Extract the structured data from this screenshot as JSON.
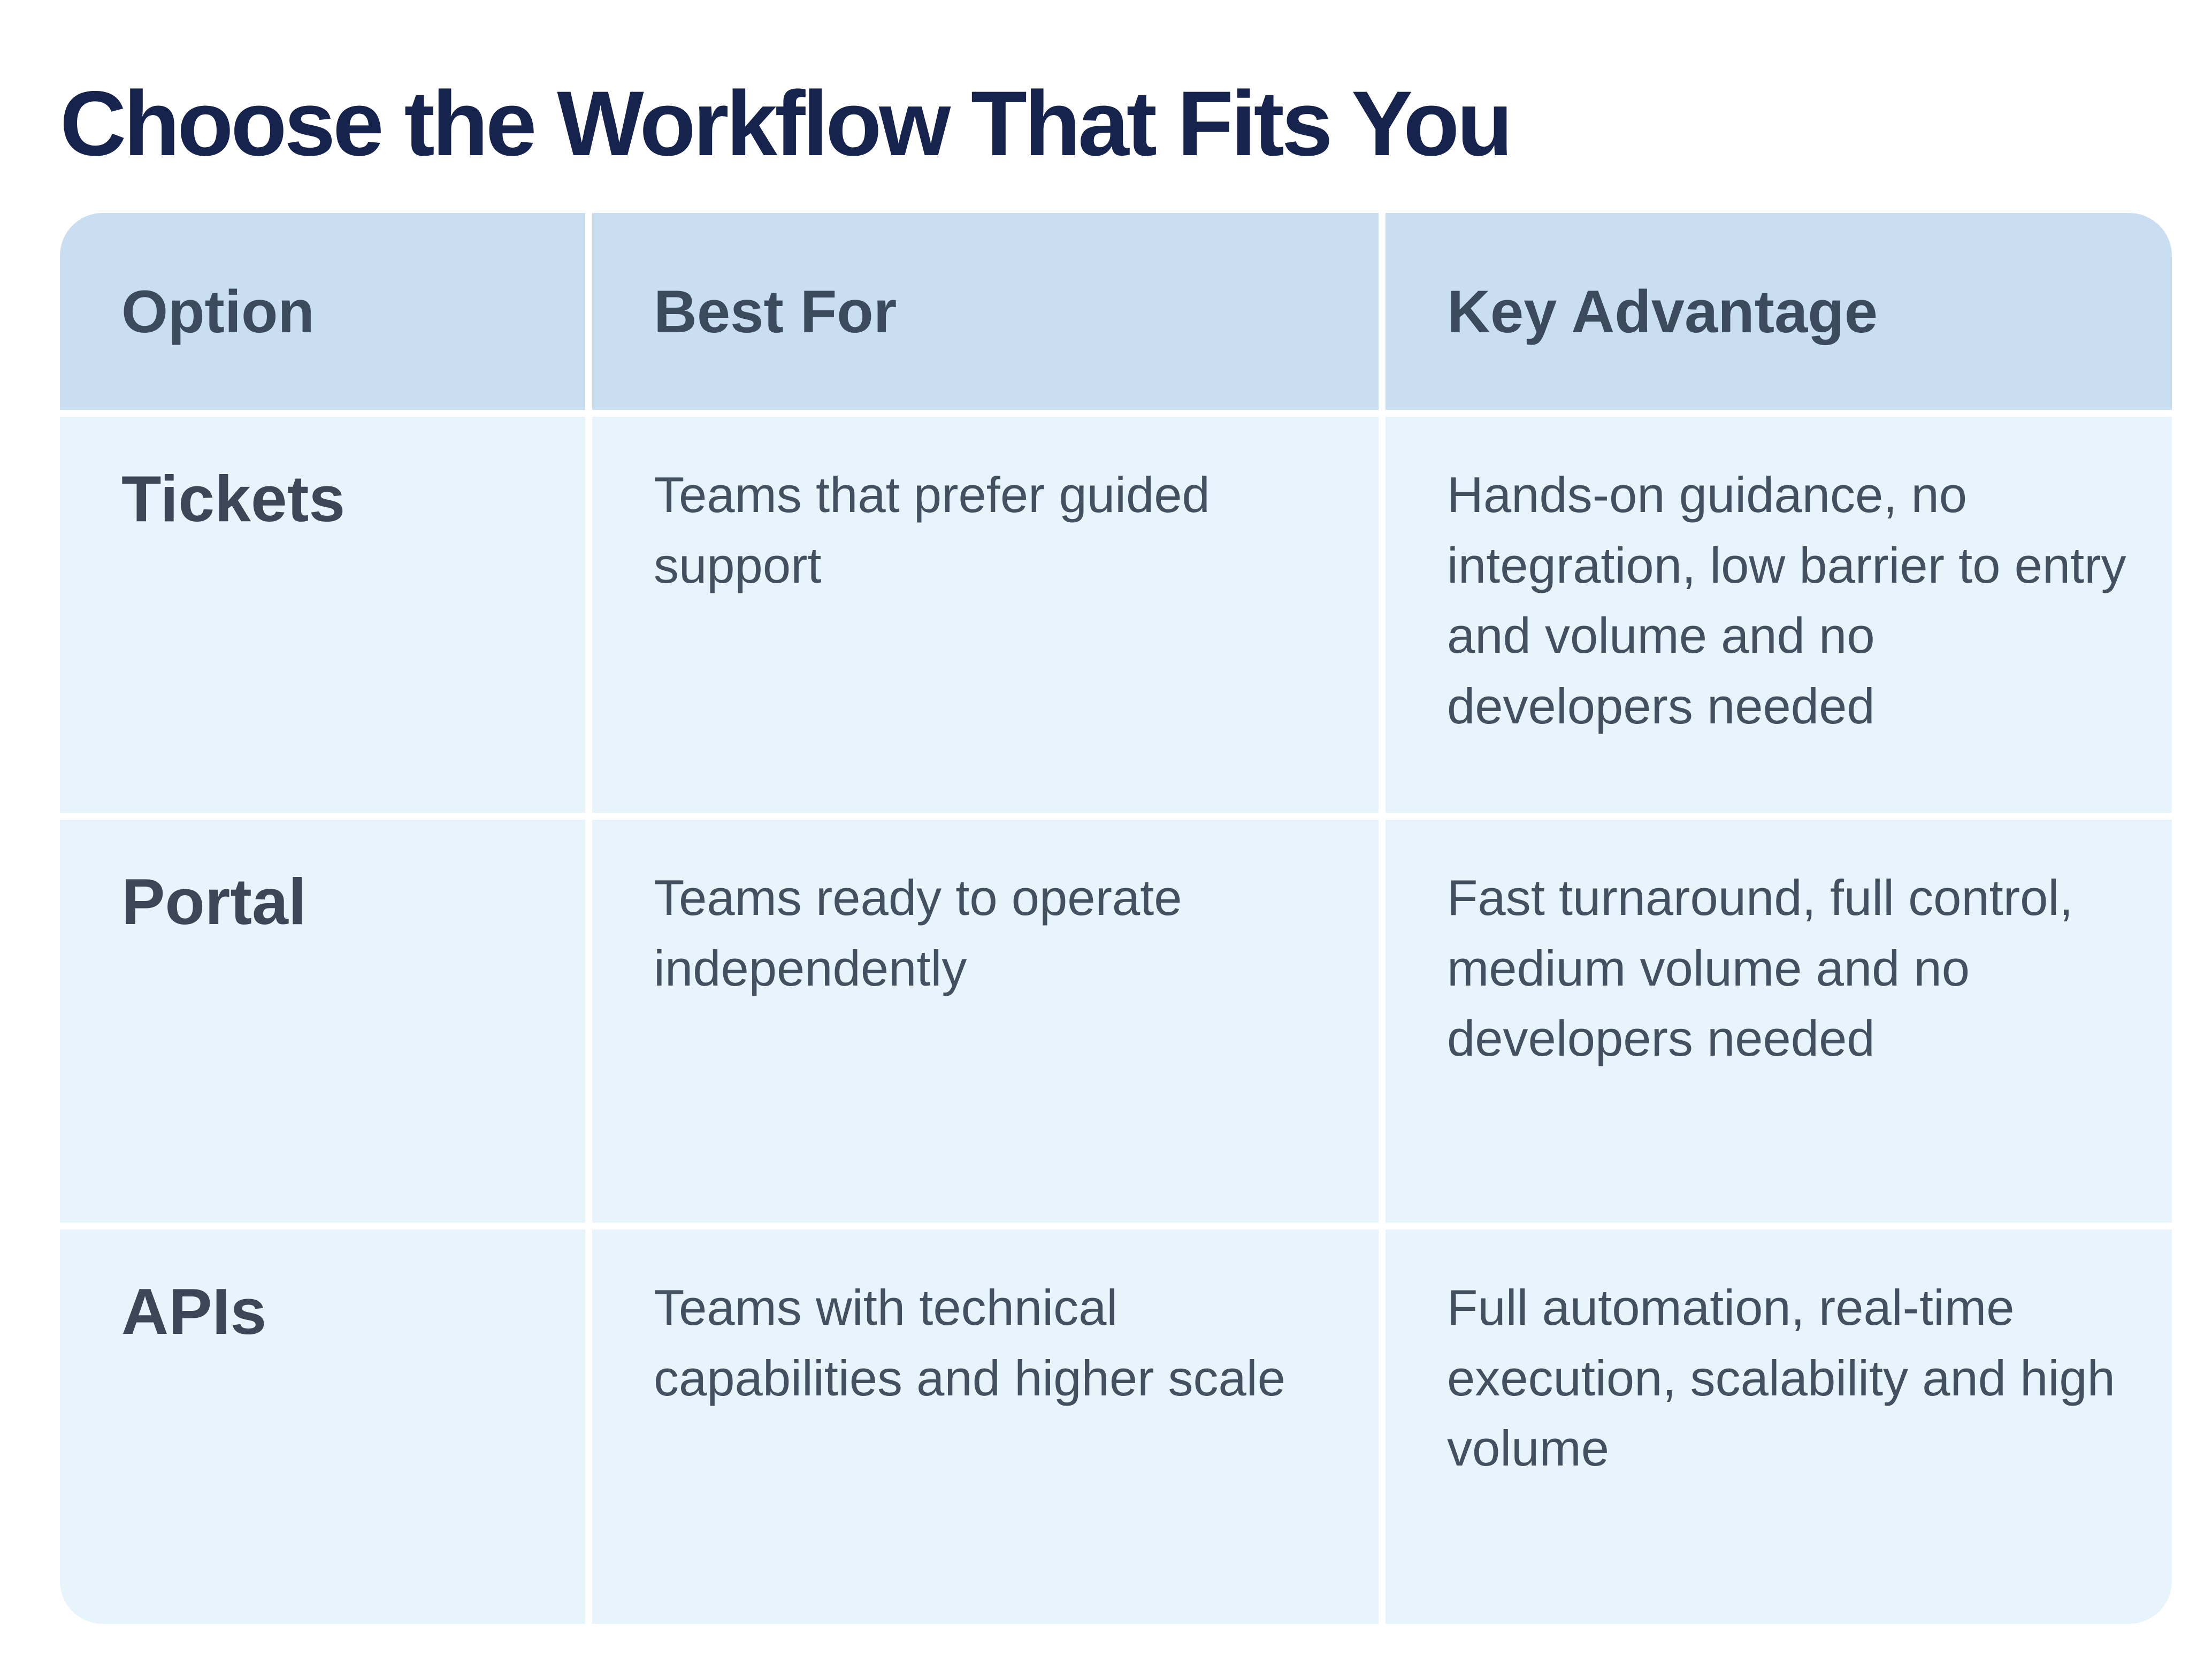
{
  "title": "Choose the Workflow That Fits You",
  "table": {
    "columns": [
      "Option",
      "Best For",
      "Key Advantage"
    ],
    "rows": [
      {
        "option": "Tickets",
        "best_for": "Teams that prefer guided support",
        "key_advantage": "Hands-on guidance, no integration, low barrier to entry and volume and no developers needed"
      },
      {
        "option": "Portal",
        "best_for": "Teams ready to operate independently",
        "key_advantage": "Fast turnaround, full control, medium volume and no developers needed"
      },
      {
        "option": "APIs",
        "best_for": "Teams with technical capabilities and higher scale",
        "key_advantage": "Full automation, real-time execution, scalability and high volume"
      }
    ]
  },
  "colors": {
    "header_bg": "#c9def1",
    "row_bg": "#e8f4fb",
    "title_text": "#16234c",
    "header_text": "#3b4a5c",
    "body_text": "#42505f",
    "gap": "#ffffff"
  }
}
